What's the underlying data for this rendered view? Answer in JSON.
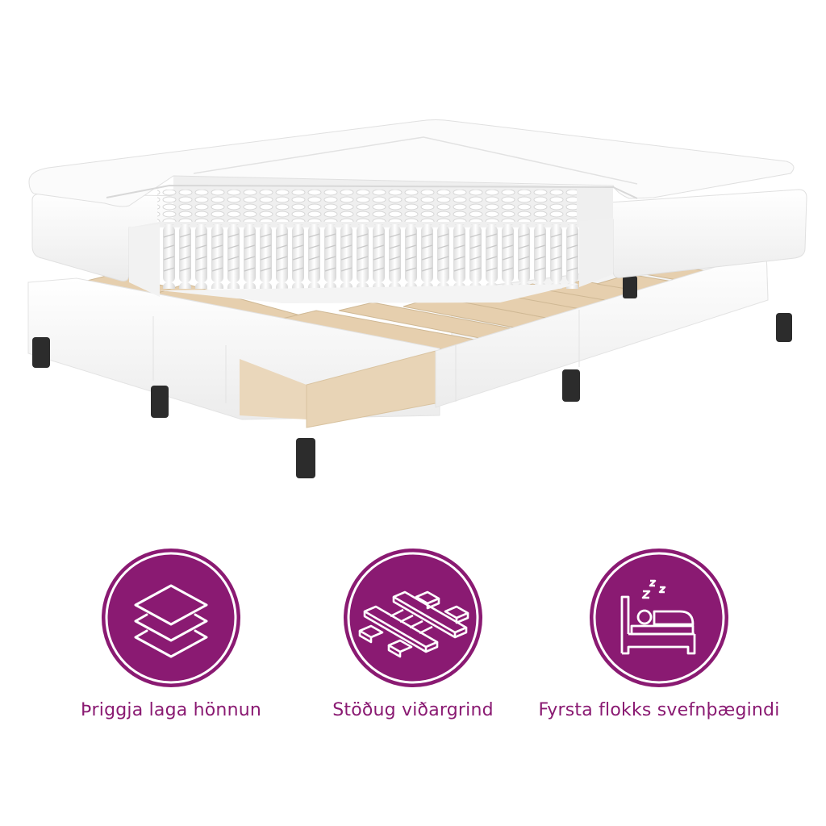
{
  "product": {
    "image_alt": "Box spring bed cutaway showing topper, pocket spring mattress and slatted wooden base on black legs",
    "colors": {
      "upholstery": "#f4f4f4",
      "wood_slats": "#e8d3b4",
      "fabric_panel": "#ead7bb",
      "legs": "#2b2b2b"
    }
  },
  "theme": {
    "accent": "#8a1a72"
  },
  "features": [
    {
      "icon": "layers-icon",
      "label": "Þriggja laga hönnun"
    },
    {
      "icon": "wooden-slats-icon",
      "label": "Stöðug viðargrind"
    },
    {
      "icon": "sleeping-bed-icon",
      "label": "Fyrsta flokks svefnþægindi"
    }
  ]
}
